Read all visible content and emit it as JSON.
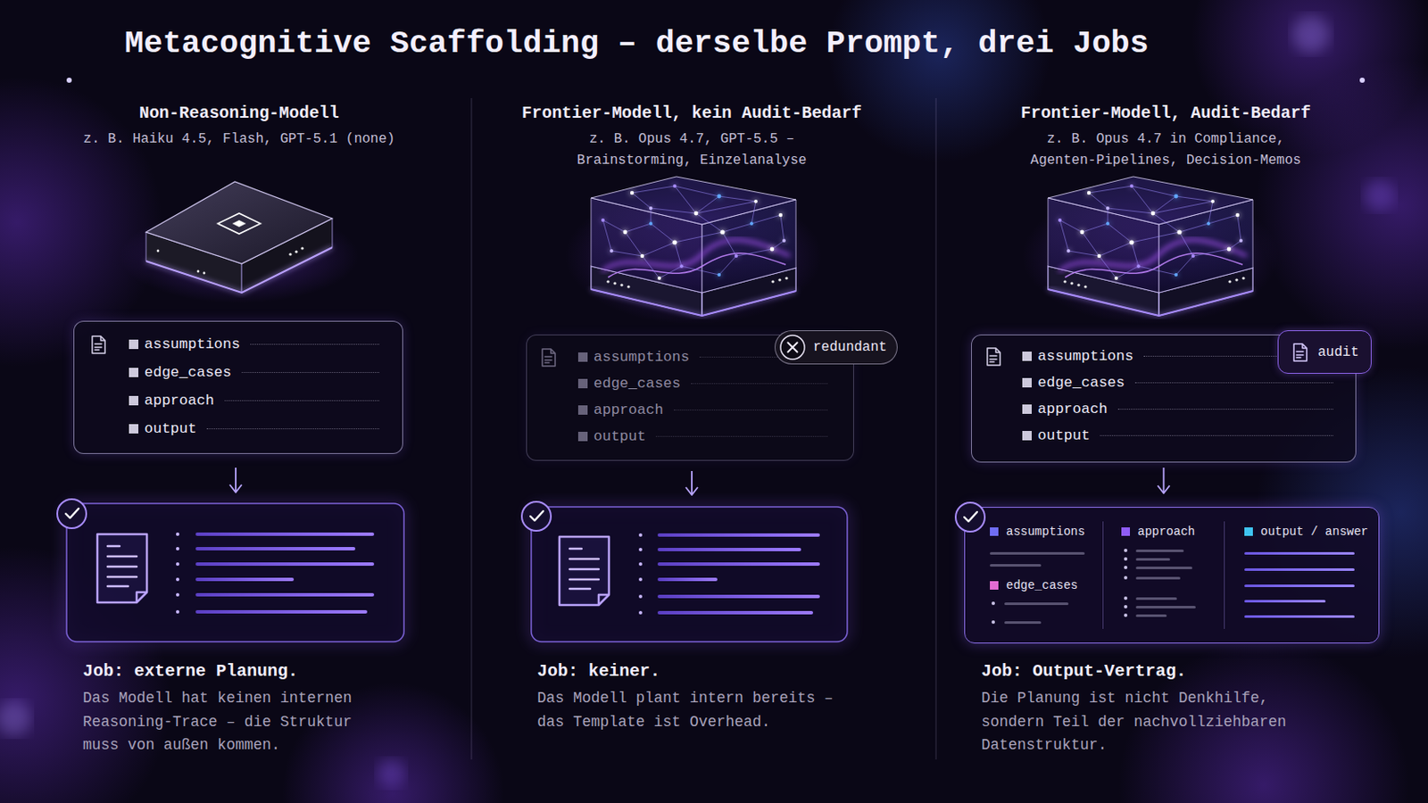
{
  "diagram": {
    "title": "Metacognitive Scaffolding – derselbe Prompt, drei Jobs",
    "nodes": [
      {
        "text": [
          "assumptions",
          "edge_cases",
          "approach",
          "output"
        ]
      },
      {
        "text": [
          "assumptions",
          "edge_cases",
          "approach",
          "output"
        ]
      },
      {
        "text": [
          "redundant"
        ]
      },
      {
        "text": [
          "assumptions",
          "edge_cases",
          "approach",
          "output"
        ]
      },
      {
        "text": [
          "audit"
        ]
      },
      {
        "text": [
          "assumptions",
          "edge_cases",
          "approach",
          "output / answer"
        ]
      }
    ],
    "edges": [
      {
        "from": 3,
        "to": 5,
        "arrow": "to"
      }
    ],
    "labels": [
      "Non-Reasoning-Modell",
      "z. B. Haiku 4.5, Flash, GPT-5.1 (none)",
      "Frontier-Modell, kein Audit-Bedarf",
      "z. B. Opus 4.7, GPT-5.5 – Brainstorming, Einzelanalyse",
      "Frontier-Modell, Audit-Bedarf",
      "z. B. Opus 4.7 in Compliance, Agenten-Pipelines, Decision-Memos",
      "Job: externe Planung.",
      "Das Modell hat keinen internen Reasoning-Trace – die Struktur muss von außen kommen.",
      "Job: keiner.",
      "Das Modell plant intern bereits – das Template ist Overhead.",
      "Job: Output-Vertrag.",
      "Die Planung ist nicht Denkhilfe, sondern Teil der nachvollziehbaren Datenstruktur."
    ]
  }
}
